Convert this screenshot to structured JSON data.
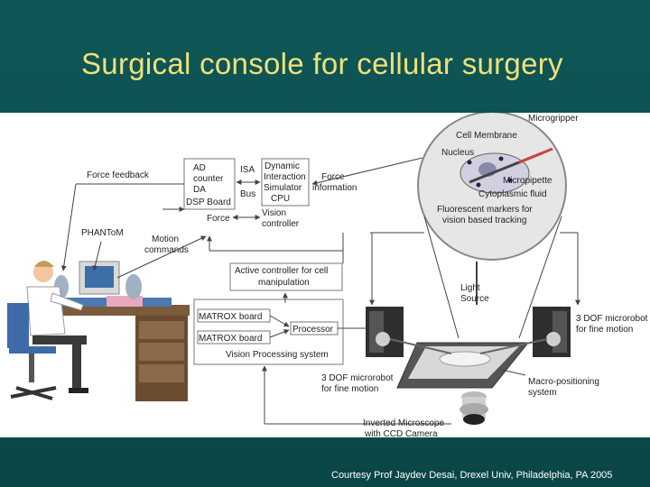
{
  "title": "Surgical console for cellular surgery",
  "credit": "Courtesy Prof Jaydev Desai, Drexel Univ, Philadelphia, PA 2005",
  "colors": {
    "background": "#0e5757",
    "title": "#f0e07a",
    "panel": "#ffffff",
    "line": "#555555"
  },
  "labels": {
    "force_feedback": "Force feedback",
    "phantom": "PHANToM",
    "motion_commands_1": "Motion",
    "motion_commands_2": "commands",
    "dsp_ad": "AD",
    "dsp_counter": "counter",
    "dsp_da": "DA",
    "dsp_board": "DSP Board",
    "isa": "ISA",
    "bus": "Bus",
    "dyn_1": "Dynamic",
    "dyn_2": "Interaction",
    "dyn_3": "Simulator",
    "cpu": "CPU",
    "force": "Force",
    "vision_1": "Vision",
    "vision_2": "controller",
    "force_info_1": "Force",
    "force_info_2": "information",
    "active_1": "Active controller for cell",
    "active_2": "manipulation",
    "matrox_1": "MATROX board",
    "matrox_2": "MATROX board",
    "processor": "Processor",
    "vps": "Vision Processing system",
    "microgripper": "Microgripper",
    "cell_membrane": "Cell Membrane",
    "nucleus": "Nucleus",
    "micropipette": "Micropipette",
    "cytoplasmic": "Cytoplasmic fluid",
    "markers_1": "Fluorescent markers for",
    "markers_2": "vision based tracking",
    "light_1": "Light",
    "light_2": "Source",
    "dof_right_1": "3 DOF microrobot",
    "dof_right_2": "for fine motion",
    "dof_left_1": "3 DOF microrobot",
    "dof_left_2": "for fine motion",
    "macro_1": "Macro-positioning",
    "macro_2": "system",
    "microscope_1": "Inverted Microscope",
    "microscope_2": "with CCD Camera"
  }
}
